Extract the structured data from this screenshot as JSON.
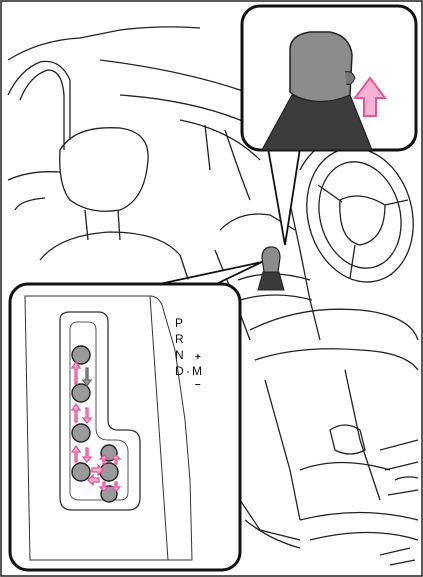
{
  "gate": {
    "P": "P",
    "R": "R",
    "N": "N",
    "D": "D",
    "M": "M",
    "plus": "+",
    "minus": "–"
  },
  "colors": {
    "line": "#1a1a1a",
    "accent": "#e8539c",
    "accent_fill": "#f6b3d3",
    "knob": "#8c8c8c",
    "gray": "#9a9a9a"
  }
}
